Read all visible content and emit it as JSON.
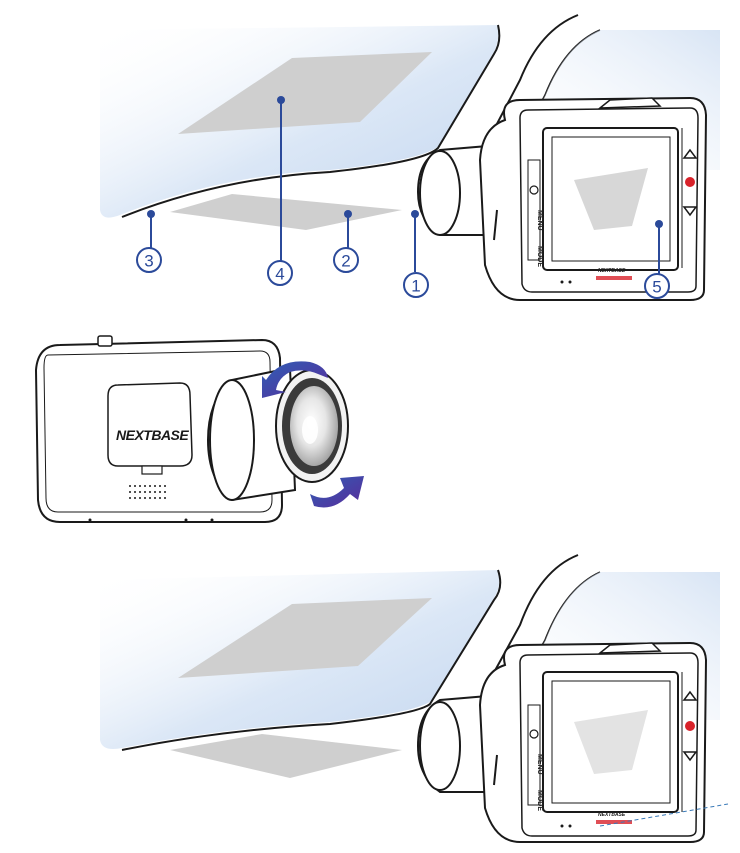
{
  "colors": {
    "windshield": "#cfe0f3",
    "callout": "#2b4a9a",
    "outline": "#1a1a1a",
    "sticker": "#cfcfcf",
    "record": "#d8222a",
    "rotate_arrow": "#3b2a9a"
  },
  "callouts": [
    {
      "id": "1",
      "label": "1"
    },
    {
      "id": "2",
      "label": "2"
    },
    {
      "id": "3",
      "label": "3"
    },
    {
      "id": "4",
      "label": "4"
    },
    {
      "id": "5",
      "label": "5"
    }
  ],
  "camera": {
    "brand": "NEXTBASE",
    "menu_label": "MENU",
    "mode_label": "MODE"
  },
  "icons": [
    "up-arrow-icon",
    "down-arrow-icon",
    "power-icon",
    "record-button-icon",
    "rotate-arrow-icon"
  ]
}
